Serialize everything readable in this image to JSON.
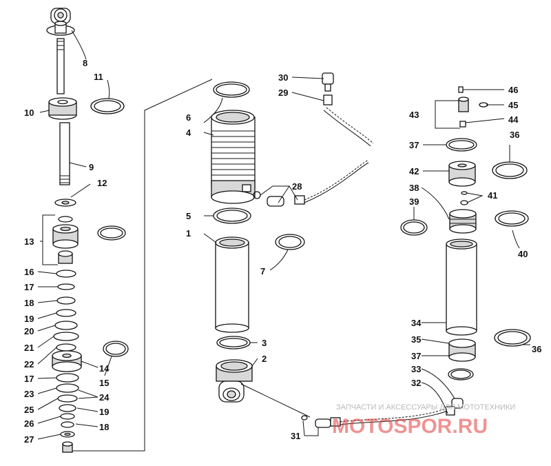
{
  "watermark": {
    "caption": "ЗАПЧАСТИ И АКСЕССУАРЫ ДЛЯ МОТОТЕХНИКИ",
    "logo_text": "MOTOSPOR.RU",
    "colors": {
      "caption": "#b9b9b9",
      "logo": "#e23b3b"
    }
  },
  "callouts": [
    {
      "text": "1"
    },
    {
      "text": "2"
    },
    {
      "text": "3"
    },
    {
      "text": "4"
    },
    {
      "text": "5"
    },
    {
      "text": "6"
    },
    {
      "text": "7"
    },
    {
      "text": "8"
    },
    {
      "text": "9"
    },
    {
      "text": "10"
    },
    {
      "text": "11"
    },
    {
      "text": "12"
    },
    {
      "text": "13"
    },
    {
      "text": "14"
    },
    {
      "text": "15"
    },
    {
      "text": "16"
    },
    {
      "text": "17"
    },
    {
      "text": "18"
    },
    {
      "text": "19"
    },
    {
      "text": "20"
    },
    {
      "text": "21"
    },
    {
      "text": "22"
    },
    {
      "text": "17"
    },
    {
      "text": "23"
    },
    {
      "text": "24"
    },
    {
      "text": "25"
    },
    {
      "text": "19"
    },
    {
      "text": "26"
    },
    {
      "text": "18"
    },
    {
      "text": "27"
    },
    {
      "text": "28"
    },
    {
      "text": "29"
    },
    {
      "text": "30"
    },
    {
      "text": "31"
    },
    {
      "text": "32"
    },
    {
      "text": "33"
    },
    {
      "text": "34"
    },
    {
      "text": "35"
    },
    {
      "text": "36"
    },
    {
      "text": "37"
    },
    {
      "text": "36"
    },
    {
      "text": "37"
    },
    {
      "text": "38"
    },
    {
      "text": "39"
    },
    {
      "text": "40"
    },
    {
      "text": "41"
    },
    {
      "text": "42"
    },
    {
      "text": "43"
    },
    {
      "text": "44"
    },
    {
      "text": "45"
    },
    {
      "text": "46"
    }
  ]
}
